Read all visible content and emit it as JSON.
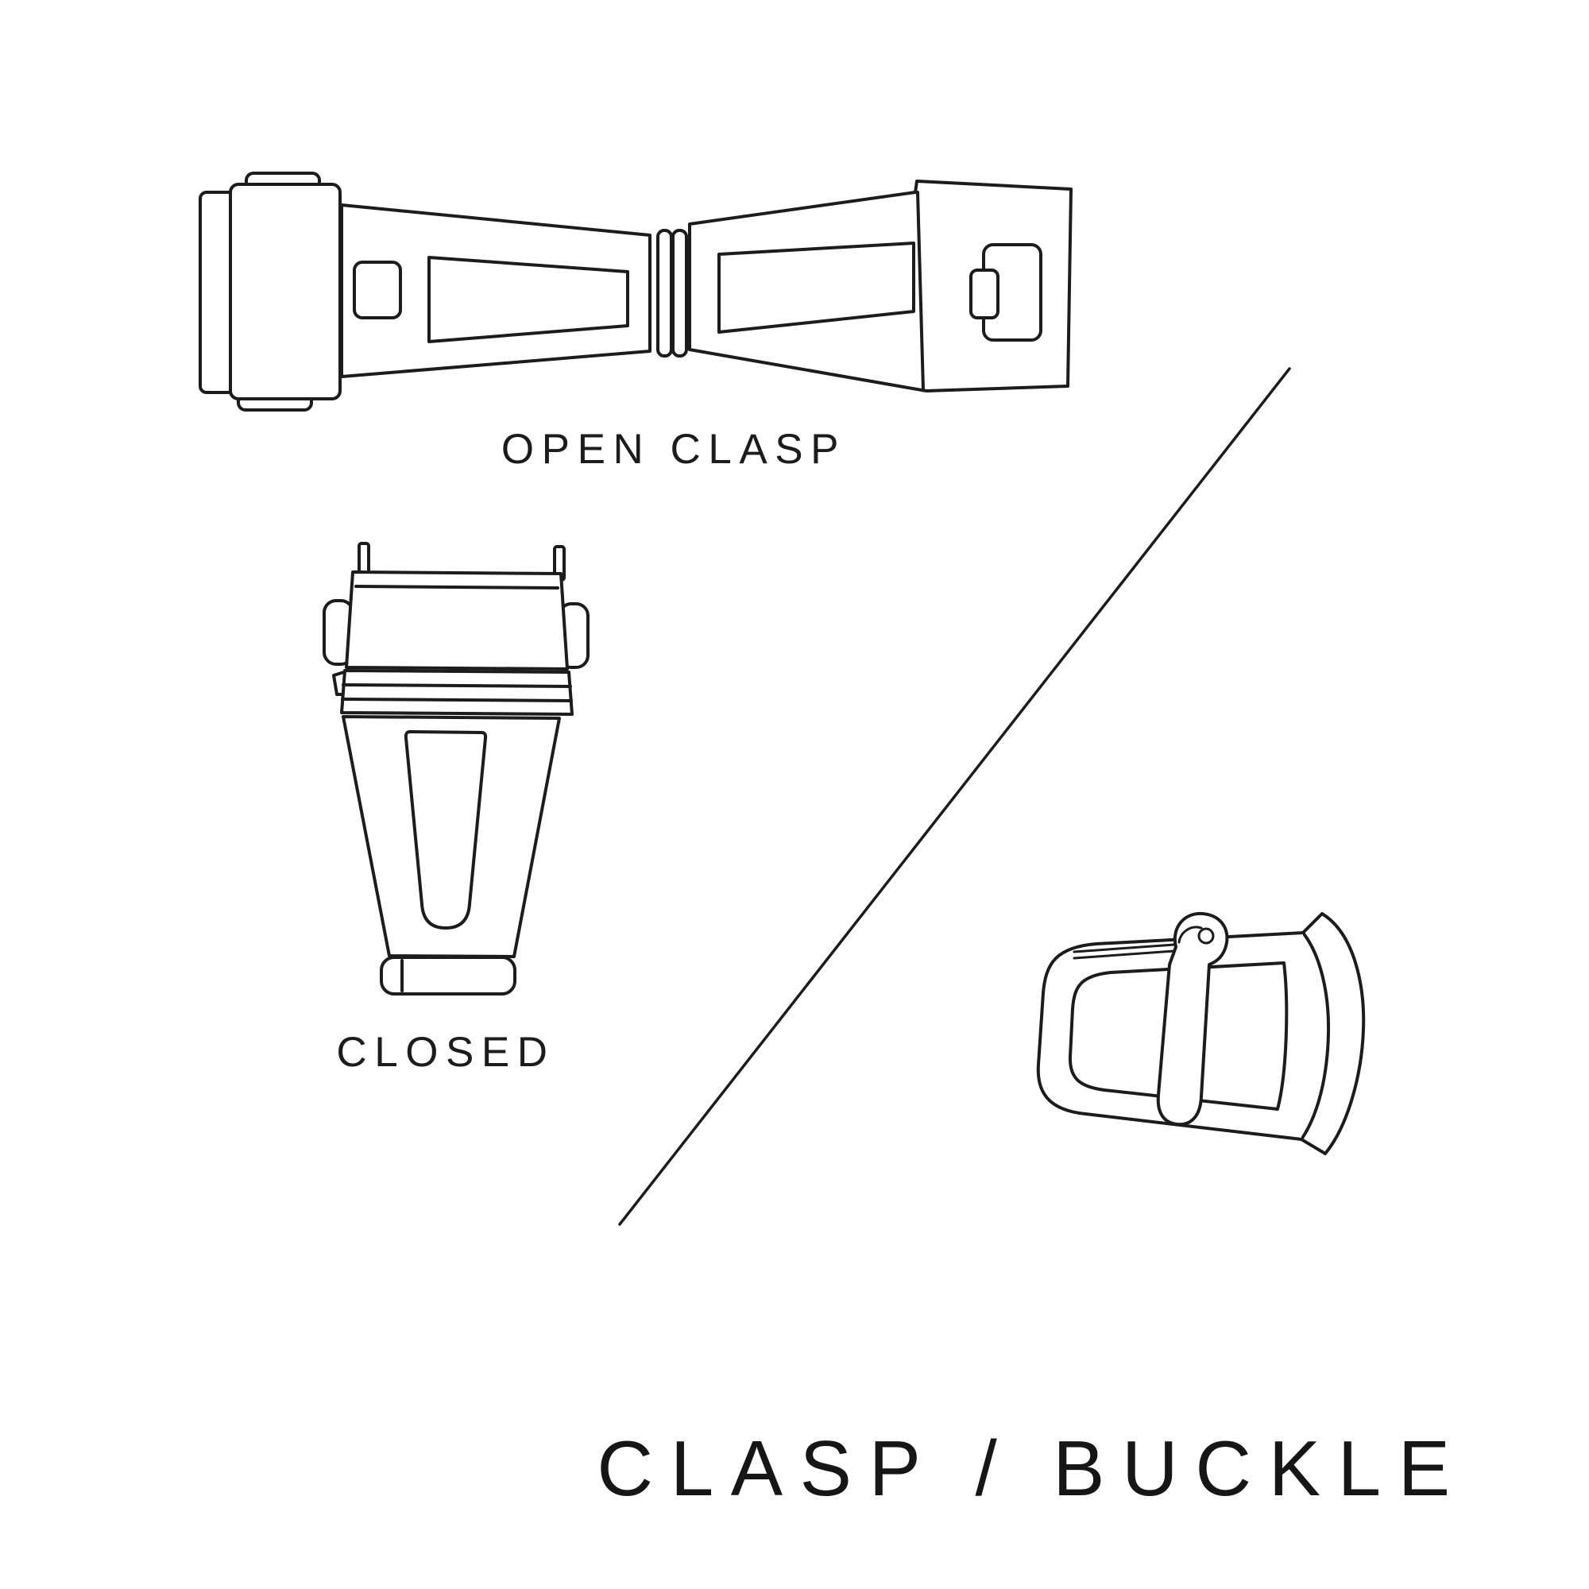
{
  "canvas": {
    "background": "#ffffff",
    "stroke_color": "#1c1c1c",
    "text_color": "#1c1c1c"
  },
  "figures": {
    "open_clasp": {
      "label": "OPEN CLASP"
    },
    "closed_clasp": {
      "label": "CLOSED"
    },
    "buckle": {
      "label": ""
    }
  },
  "title": "CLASP / BUCKLE"
}
